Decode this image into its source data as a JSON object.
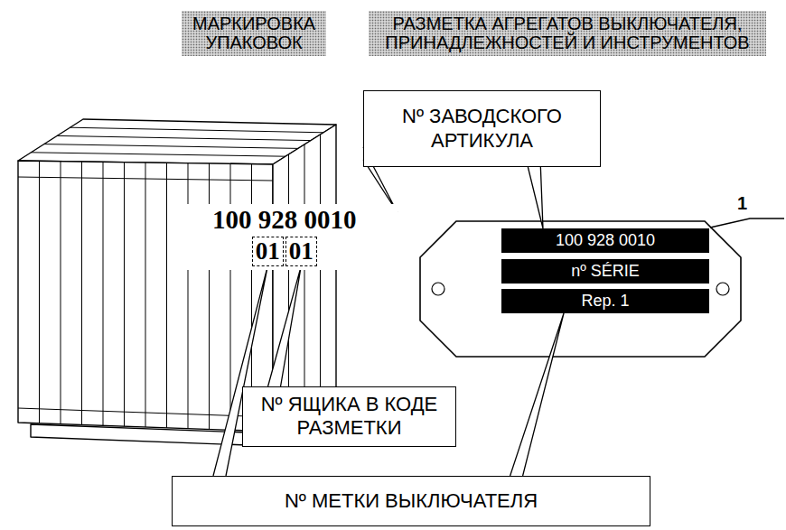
{
  "diagram": {
    "nodes": [
      {
        "text": [
          "МАРКИРОВКА УПАКОВОК"
        ]
      },
      {
        "text": [
          "РАЗМЕТКА АГРЕГАТОВ ВЫКЛЮЧАТЕЛЯ, ПРИНАДЛЕЖНОСТЕЙ И ИНСТРУМЕНТОВ"
        ]
      },
      {
        "text": [
          "100 928 0010"
        ]
      },
      {
        "text": [
          "01"
        ],
        "in": 2
      },
      {
        "text": [
          "01"
        ],
        "in": 2
      },
      {
        "text": [
          "Nº ЗАВОДСКОГО АРТИКУЛА"
        ]
      },
      {
        "text": [
          "100 928 0010"
        ]
      },
      {
        "text": [
          "nº SÉRIE"
        ]
      },
      {
        "text": [
          "Rep. 1"
        ]
      },
      {
        "text": [
          "Nº ЯЩИКА В КОДЕ РАЗМЕТКИ"
        ]
      },
      {
        "text": [
          "Nº МЕТКИ ВЫКЛЮЧАТЕЛЯ"
        ]
      }
    ],
    "edges": [
      {
        "from": 5,
        "to": 2,
        "arrow": "none"
      },
      {
        "from": 5,
        "to": 6,
        "arrow": "none"
      },
      {
        "from": 9,
        "to": 4,
        "arrow": "none"
      },
      {
        "from": 10,
        "to": 3,
        "arrow": "none"
      },
      {
        "from": 10,
        "to": 8,
        "arrow": "none"
      }
    ],
    "labels": [
      "1"
    ]
  }
}
